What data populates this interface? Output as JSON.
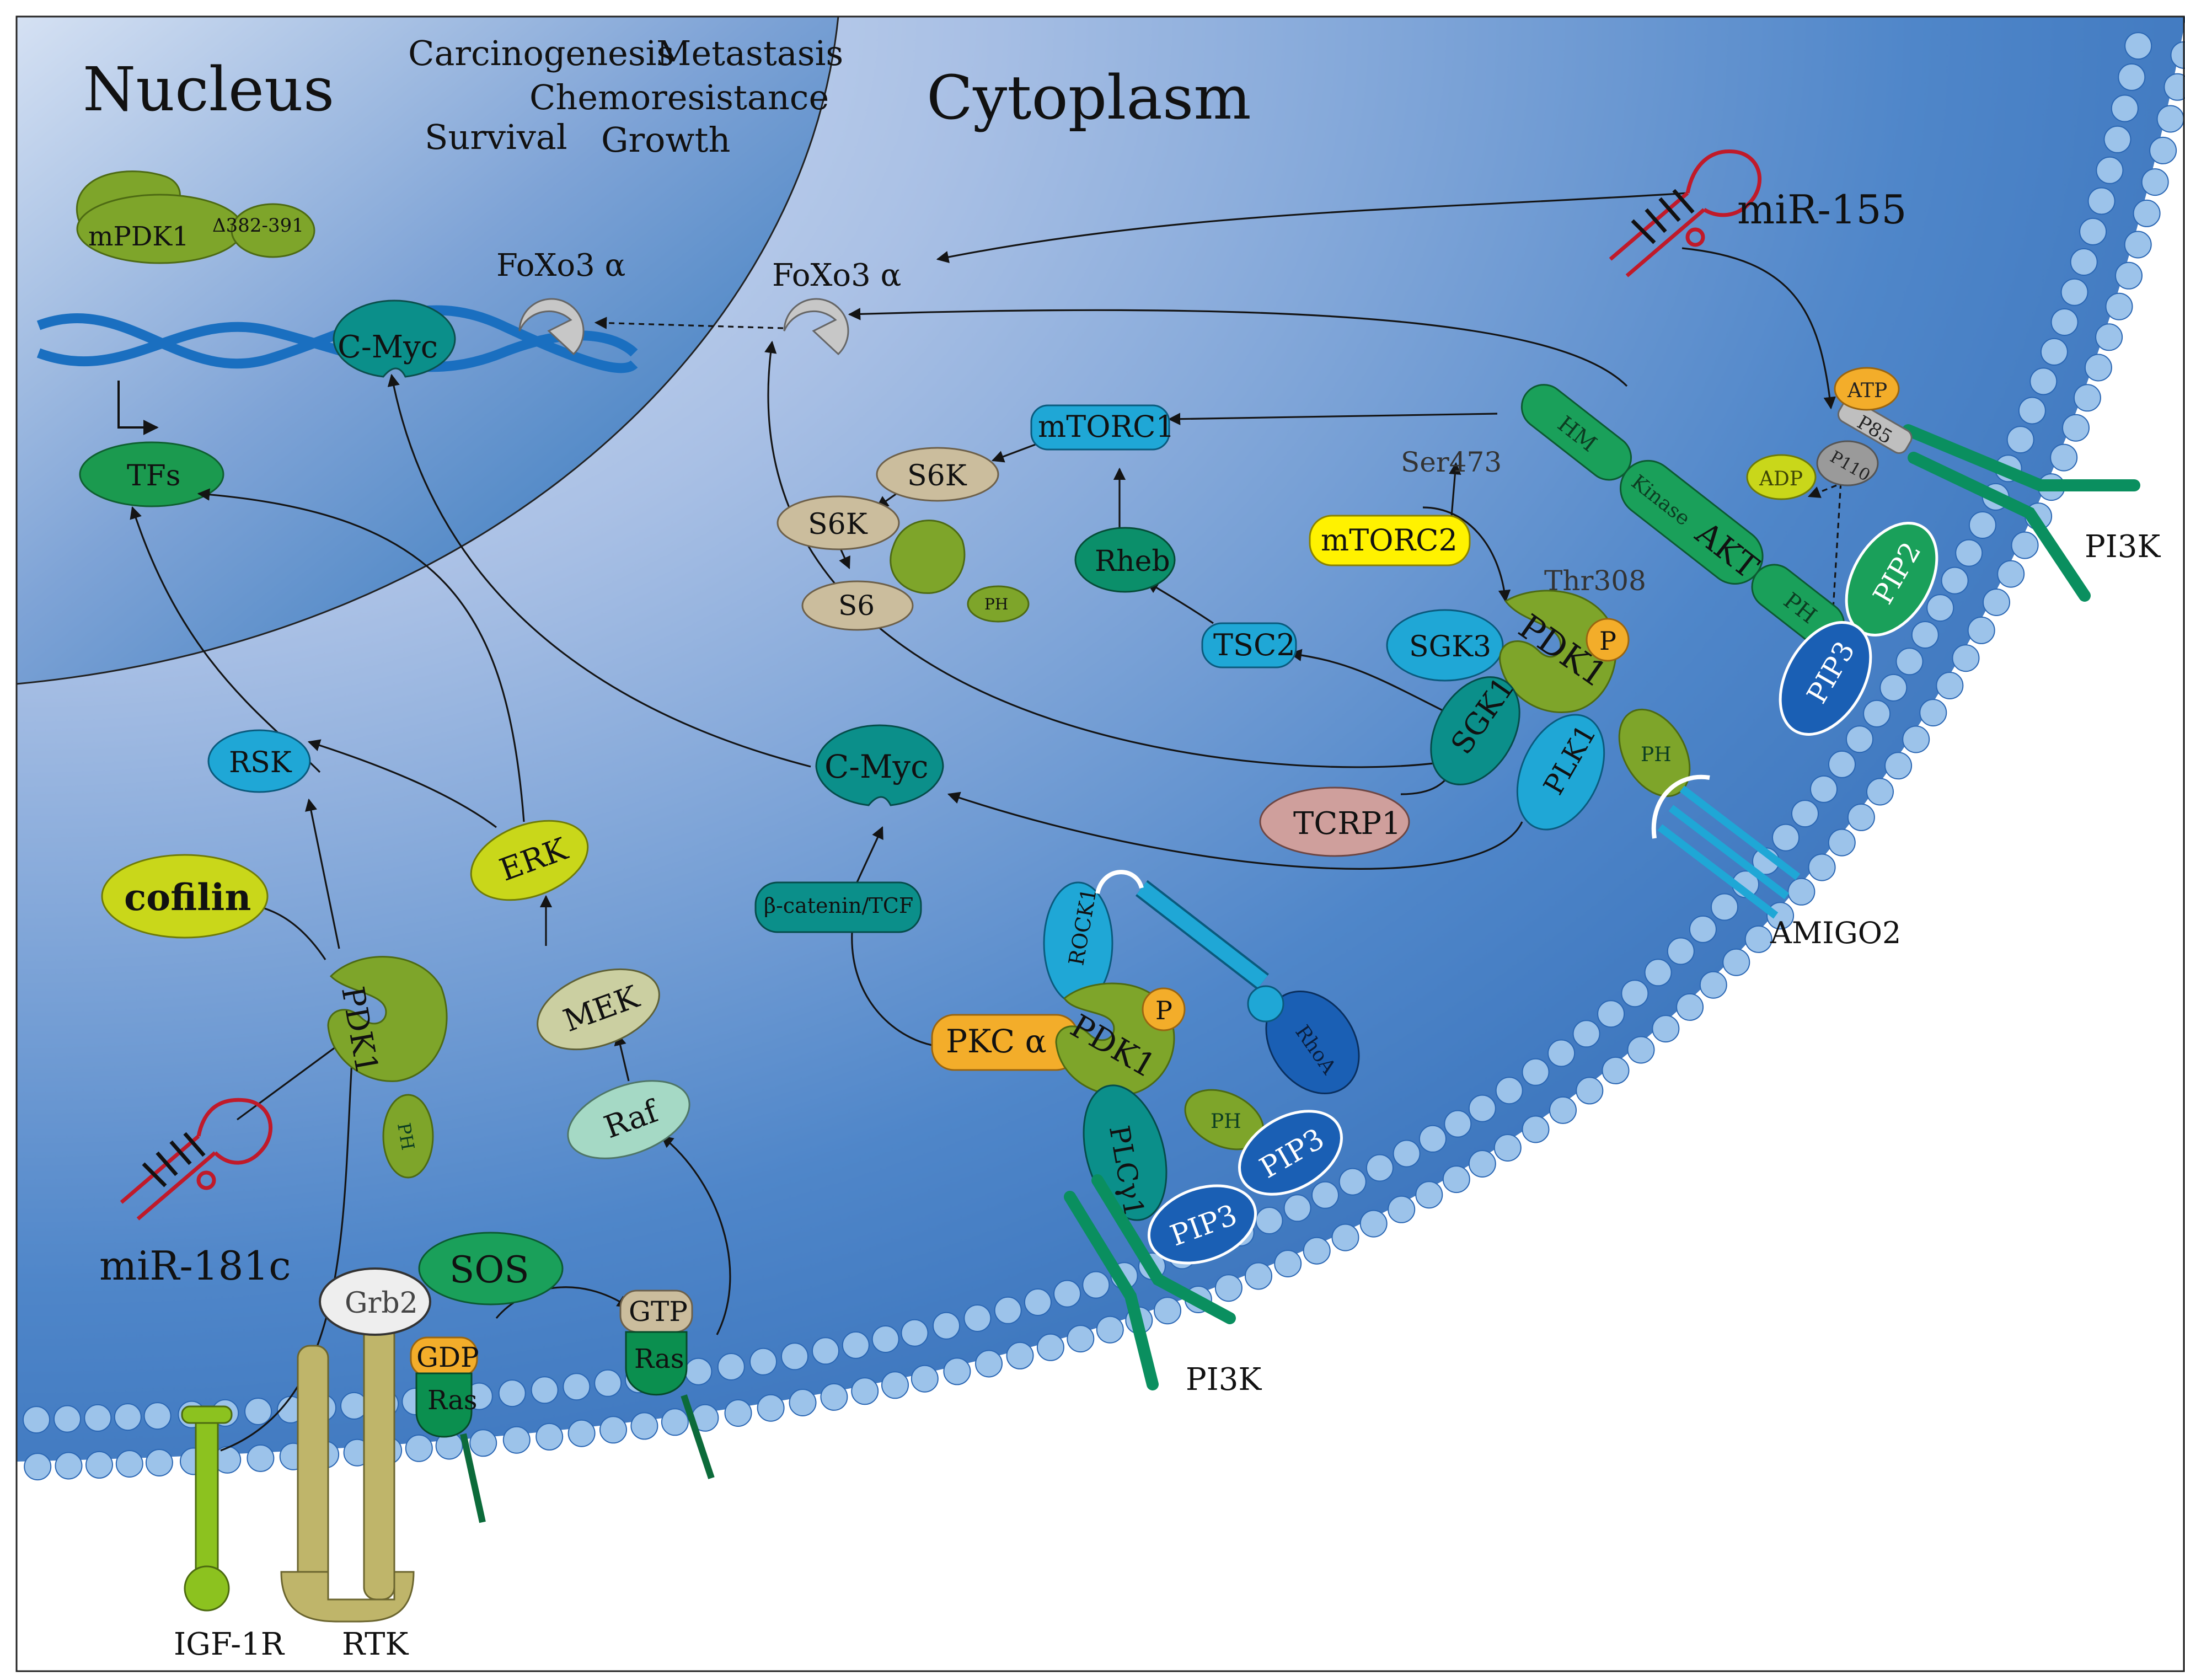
{
  "compartments": {
    "nucleus": "Nucleus",
    "cytoplasm": "Cytoplasm"
  },
  "outcomes": [
    "Carcinogenesis",
    "Metastasis",
    "Chemoresistance",
    "Survival",
    "Growth"
  ],
  "nucleus_items": {
    "mpdk1": "mPDK1",
    "mutation": "Δ382-391",
    "foxo3_nuclear": "FoXo3 α",
    "cmyc_nuclear": "C-Myc",
    "tfs": "TFs"
  },
  "nodes": {
    "foxo3_cyto": "FoXo3 α",
    "mir155": "miR-155",
    "mir181c": "miR-181c",
    "mtorc1": "mTORC1",
    "mtorc2": "mTORC2",
    "s6k_a": "S6K",
    "s6k_b": "S6K",
    "s6": "S6",
    "rheb": "Rheb",
    "tsc2": "TSC2",
    "sgk3": "SGK3",
    "sgk1": "SGK1",
    "plk1": "PLK1",
    "tcrp1": "TCRP1",
    "cmyc_cyto": "C-Myc",
    "bcatenin": "β-catenin/TCF",
    "pkc": "PKC α",
    "rock1": "ROCK1",
    "rhoa": "RhoA",
    "plcg1": "PLCγ1",
    "rsk": "RSK",
    "erk": "ERK",
    "mek": "MEK",
    "raf": "Raf",
    "cofilin": "cofilin",
    "grb2": "Grb2",
    "sos": "SOS",
    "gdp": "GDP",
    "gtp": "GTP",
    "ras": "Ras",
    "akt": "AKT",
    "hm": "HM",
    "kinase": "Kinase",
    "ph": "PH",
    "pdk1": "PDK1",
    "p": "P",
    "pip3": "PIP3",
    "pip2": "PIP2",
    "atp": "ATP",
    "adp": "ADP",
    "p85": "P85",
    "p110": "P110",
    "ser473": "Ser473",
    "thr308": "Thr308"
  },
  "receptors": {
    "igf1r": "IGF-1R",
    "rtk": "RTK",
    "pi3k_top": "PI3K",
    "pi3k_bottom": "PI3K",
    "amigo2": "AMIGO2"
  },
  "colors": {
    "nucleus_dark": "#1f6fb8",
    "cytoplasm_dark": "#2d6fb9",
    "cytoplasm_light": "#dce6f5",
    "membrane_bead": "#9cc3ea",
    "pdk1": "#7ea52a",
    "teal": "#0b8f8a",
    "green": "#1aa05a",
    "sky": "#1fa7d6",
    "olive_yellow": "#c9d71a",
    "tan": "#cbbd9d",
    "orange": "#f3ad2a",
    "pink": "#cf9f9c",
    "receptor_tan": "#bfb56a",
    "igf_green": "#8cc21f",
    "mirna_red": "#c01a2a",
    "mtorc2_yellow": "#fff200"
  },
  "icons": [
    "dna-helix-icon",
    "pdk1-crescent-icon",
    "mirna-hairpin-icon",
    "membrane-receptor-icon",
    "transcription-start-arrow-icon"
  ]
}
